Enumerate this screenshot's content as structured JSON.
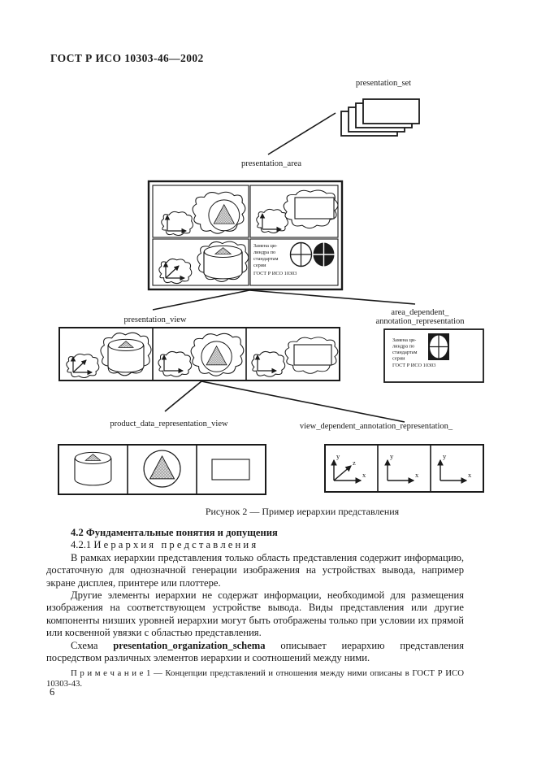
{
  "header": {
    "title": "ГОСТ Р ИСО 10303-46—2002"
  },
  "diagram": {
    "labels": {
      "presentation_set": "presentation_set",
      "presentation_area": "presentation_area",
      "presentation_view": "presentation_view",
      "area_dependent_line1": "area_dependent_",
      "area_dependent_line2": "annotation_representation",
      "product_data": "product_data_representation_view",
      "view_dependent": "view_dependent_annotation_representation_"
    },
    "annotation": {
      "lines": [
        "Замена ци-",
        "линдра по",
        "стандартам",
        "серии",
        "ГОСТ Р ИСО 10303"
      ]
    },
    "axes_labels": {
      "x": "x",
      "y": "y",
      "z": "z"
    },
    "caption": "Рисунок 2 — Пример иерархии представления"
  },
  "content": {
    "section_heading": "4.2 Фундаментальные понятия и допущения",
    "subsection_heading": "4.2.1 И е р а р х и я   п р е д с т а в л е н и я",
    "paragraph1": "В рамках иерархии представления только область представления содержит информацию, достаточную для однозначной генерации изображения на устройствах вывода, например экране дисплея, принтере или плоттере.",
    "paragraph2": "Другие элементы иерархии не содержат информации, необходимой для размещения изображения на соответствующем устройстве вывода. Виды представления или другие компоненты низших уровней иерархии могут быть отображены только при условии их прямой или косвенной увязки с областью представления.",
    "paragraph3_before": "Схема ",
    "paragraph3_bold": "presentation_organization_schema",
    "paragraph3_after": " описывает иерархию представления посредством различных элементов иерархии и соотношений между ними.",
    "note": "П р и м е ч а н и е 1 — Концепции представлений и отношения между ними описаны в ГОСТ Р ИСО 10303-43.",
    "page_number": "6"
  }
}
